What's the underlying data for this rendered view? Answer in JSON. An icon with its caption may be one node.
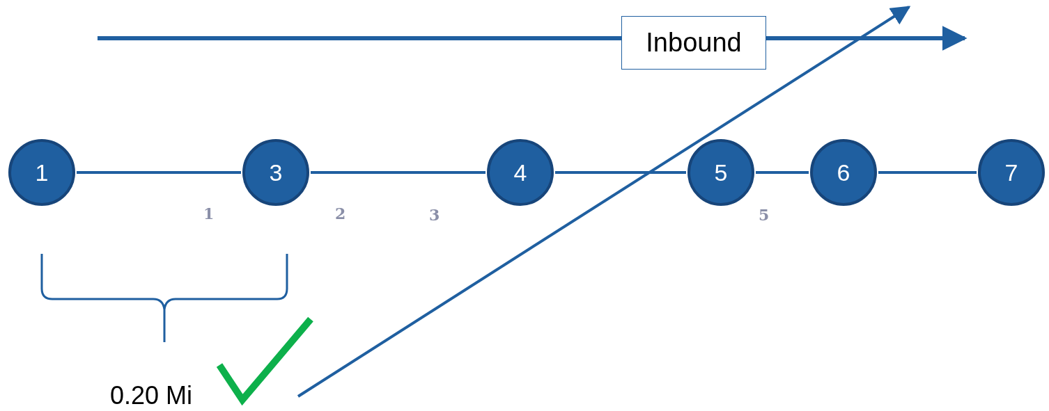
{
  "diagram": {
    "nodes": [
      {
        "text": [
          "Inbound"
        ]
      },
      {
        "text": [
          "1"
        ]
      },
      {
        "text": [
          "3"
        ]
      },
      {
        "text": [
          "4"
        ]
      },
      {
        "text": [
          "5"
        ]
      },
      {
        "text": [
          "6"
        ]
      },
      {
        "text": [
          "7"
        ]
      }
    ],
    "edges": [
      {
        "from": 1,
        "to": 2,
        "arrow": "none"
      },
      {
        "from": 2,
        "to": 3,
        "arrow": "none"
      },
      {
        "from": 3,
        "to": 4,
        "arrow": "none"
      },
      {
        "from": 4,
        "to": 5,
        "arrow": "none"
      },
      {
        "from": 5,
        "to": 6,
        "arrow": "none"
      }
    ],
    "labels": [
      "1",
      "2",
      "3",
      "5",
      "0.20 Mi"
    ]
  }
}
